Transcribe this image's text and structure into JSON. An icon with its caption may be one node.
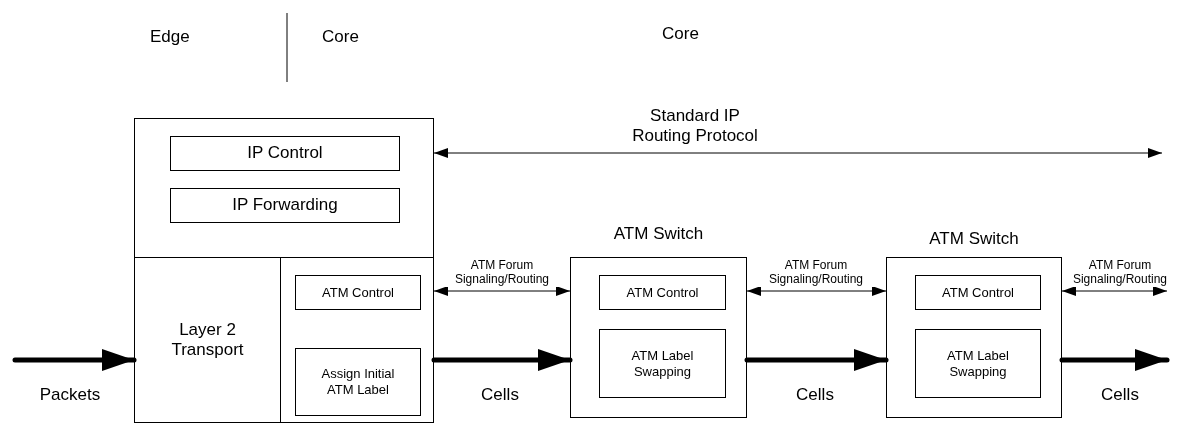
{
  "diagram": {
    "nodes": [
      {
        "text": [],
        "shape": "box"
      },
      {
        "text": [
          "IP Control"
        ],
        "in": 0
      },
      {
        "text": [
          "IP Forwarding"
        ],
        "in": 0
      },
      {
        "text": [
          "Layer 2 Transport"
        ]
      },
      {
        "text": [],
        "shape": "box"
      },
      {
        "text": [
          "ATM Control"
        ],
        "in": 4
      },
      {
        "text": [
          "Assign Initial ATM Label"
        ],
        "in": 4
      },
      {
        "text": [
          "ATM Switch"
        ]
      },
      {
        "text": [
          "ATM Control"
        ],
        "in": 7
      },
      {
        "text": [
          "ATM Label Swapping"
        ],
        "in": 7
      },
      {
        "text": [
          "ATM Switch"
        ]
      },
      {
        "text": [
          "ATM Control"
        ],
        "in": 10
      },
      {
        "text": [
          "ATM Label Swapping"
        ],
        "in": 10
      }
    ],
    "edges": [
      {
        "from": 0,
        "to": null,
        "arrow": "both",
        "label": "Standard IP Routing Protocol"
      },
      {
        "from": 4,
        "to": 7,
        "arrow": "both",
        "label": "ATM Forum Signaling/Routing"
      },
      {
        "from": 7,
        "to": 10,
        "arrow": "both",
        "label": "ATM Forum Signaling/Routing"
      },
      {
        "from": 10,
        "to": null,
        "arrow": "both",
        "label": "ATM Forum Signaling/Routing"
      },
      {
        "from": null,
        "to": 3,
        "arrow": "to",
        "label": "Packets",
        "style": "thick"
      },
      {
        "from": 4,
        "to": 7,
        "arrow": "to",
        "label": "Cells",
        "style": "thick"
      },
      {
        "from": 7,
        "to": 10,
        "arrow": "to",
        "label": "Cells",
        "style": "thick"
      },
      {
        "from": 10,
        "to": null,
        "arrow": "to",
        "label": "Cells",
        "style": "thick"
      }
    ],
    "labels": [
      "Edge",
      "Core",
      "Core"
    ]
  }
}
